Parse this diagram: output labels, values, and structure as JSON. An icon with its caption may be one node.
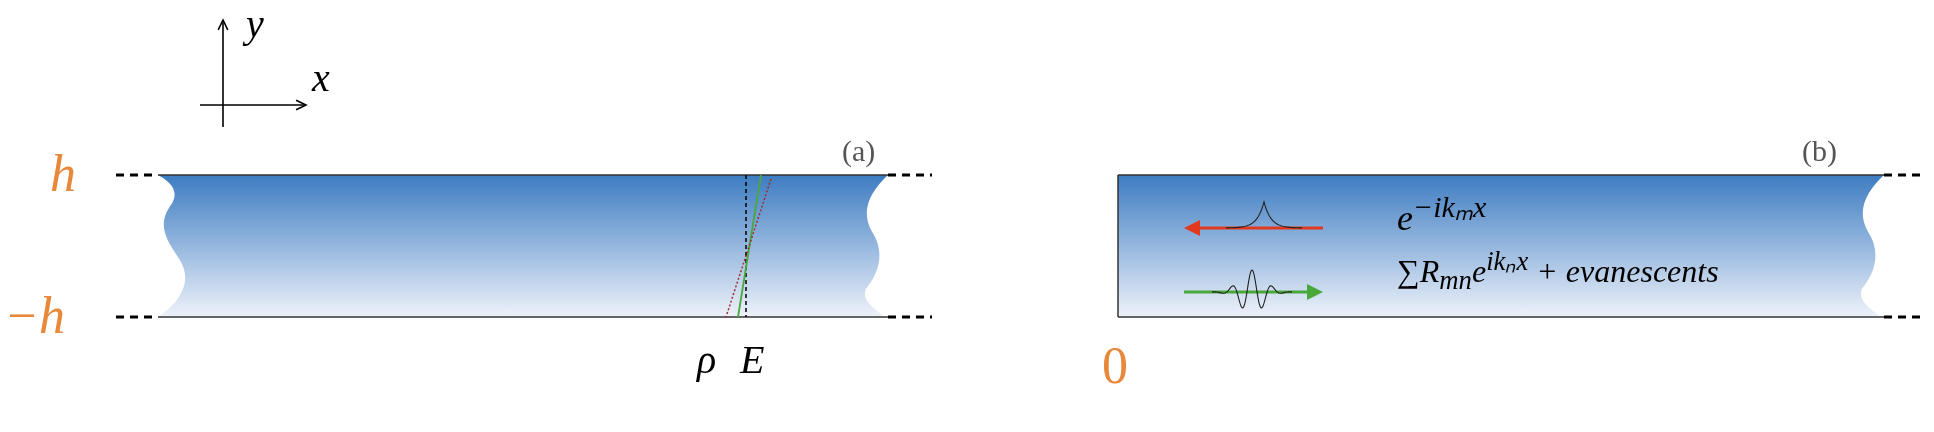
{
  "diagram": {
    "nodes": [
      {
        "text": [
          "(a)"
        ]
      },
      {
        "text": [
          "(b)",
          "e$^{−ikₘx}$",
          "∑R$_{mn}$e$^{ikₙx}$ + evanescents"
        ]
      }
    ],
    "labels": [
      "y",
      "x",
      "h",
      "−h",
      "ρ",
      "E",
      "0"
    ]
  }
}
